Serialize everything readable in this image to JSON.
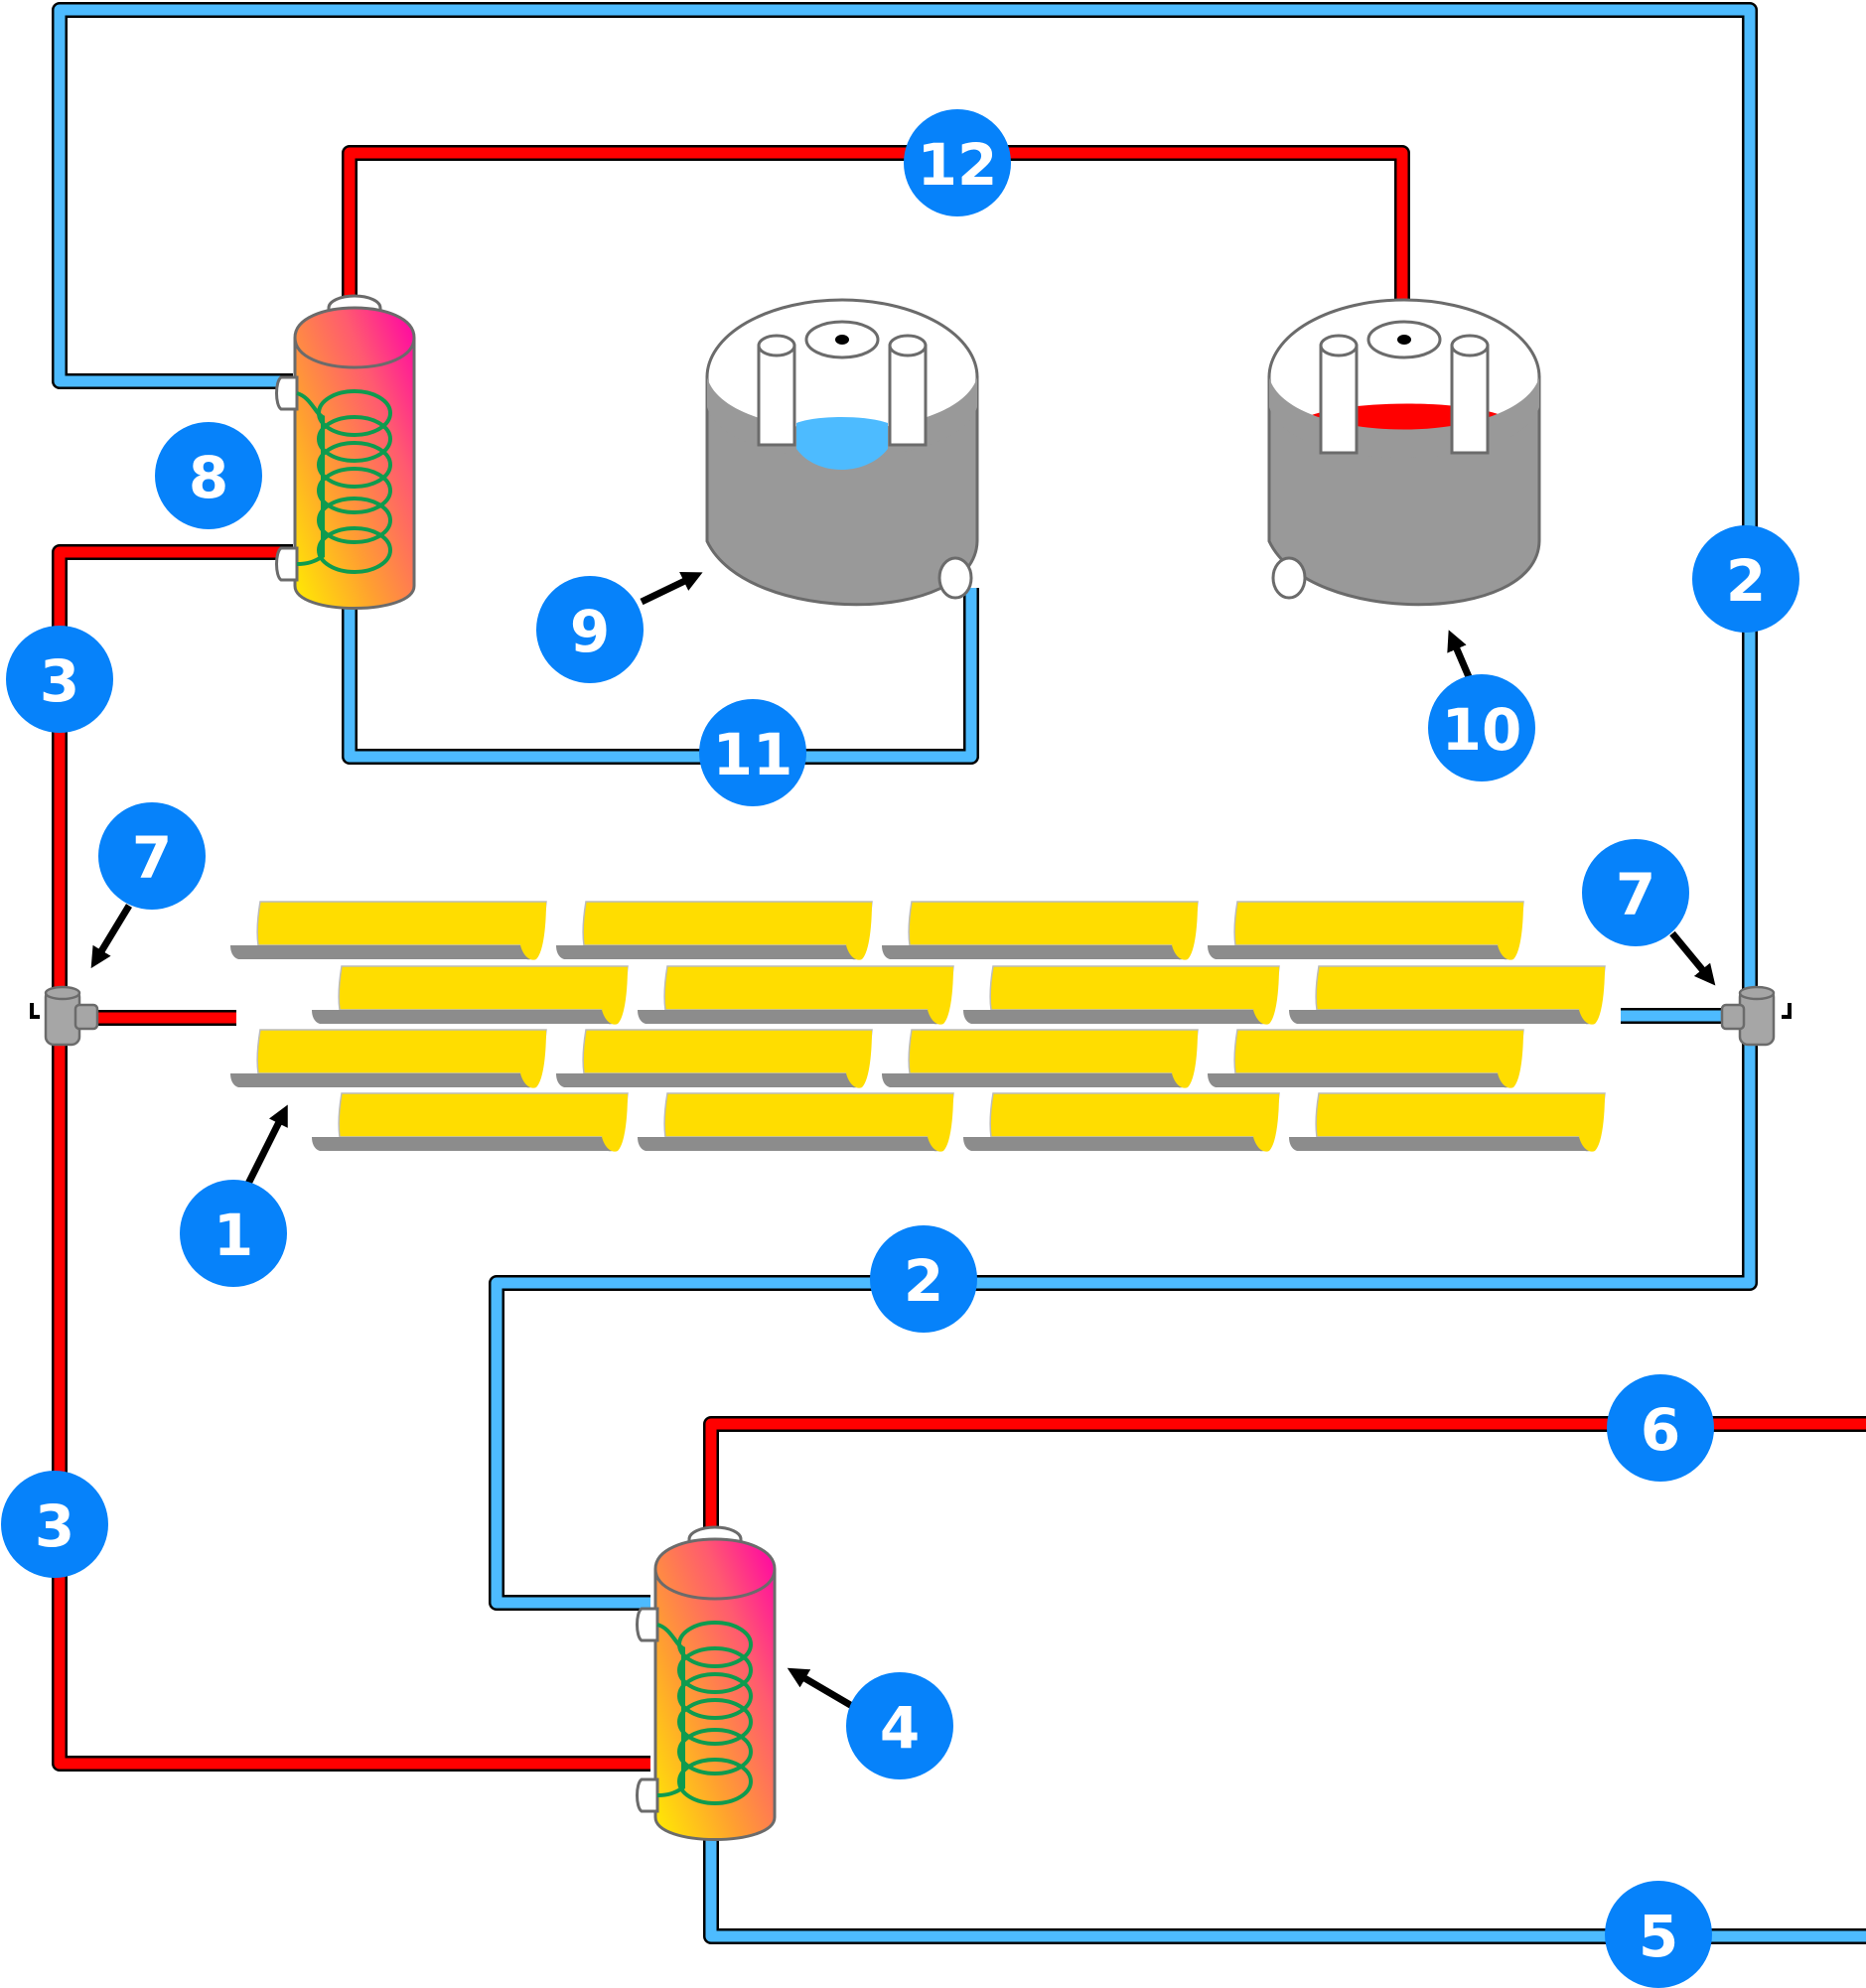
{
  "title": "Solar thermal collector plant schematic",
  "colors": {
    "hot_pipe": "#ff0000",
    "cold_pipe": "#4dbbff",
    "badge": "#0682fa",
    "badge_text": "#ffffff",
    "collector_mirror": "#ffdd00",
    "collector_base": "#8c8c8c",
    "tank_body": "#999999",
    "coil": "#0e9b4f",
    "exchanger_gradient": [
      "#ffee00",
      "#ffa030",
      "#ff5a70",
      "#ff00a8"
    ]
  },
  "labels": [
    {
      "id": "1",
      "text": "1",
      "component": "solar-collector-field"
    },
    {
      "id": "2a",
      "text": "2",
      "component": "cold-return-line-right"
    },
    {
      "id": "2b",
      "text": "2",
      "component": "cold-return-line-bottom"
    },
    {
      "id": "3a",
      "text": "3",
      "component": "hot-supply-line-left-upper"
    },
    {
      "id": "3b",
      "text": "3",
      "component": "hot-supply-line-left-lower"
    },
    {
      "id": "4",
      "text": "4",
      "component": "steam-generator-heat-exchanger"
    },
    {
      "id": "5",
      "text": "5",
      "component": "cold-water-inlet"
    },
    {
      "id": "6",
      "text": "6",
      "component": "steam-outlet"
    },
    {
      "id": "7a",
      "text": "7",
      "component": "valve-left"
    },
    {
      "id": "7b",
      "text": "7",
      "component": "valve-right"
    },
    {
      "id": "8",
      "text": "8",
      "component": "storage-heat-exchanger"
    },
    {
      "id": "9",
      "text": "9",
      "component": "cold-salt-tank"
    },
    {
      "id": "10",
      "text": "10",
      "component": "hot-salt-tank"
    },
    {
      "id": "11",
      "text": "11",
      "component": "cold-tank-line"
    },
    {
      "id": "12",
      "text": "12",
      "component": "hot-tank-line"
    }
  ],
  "collectors": {
    "rows": 4,
    "per_row": 4
  }
}
